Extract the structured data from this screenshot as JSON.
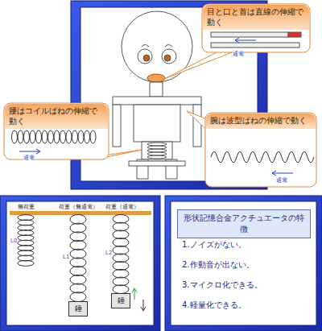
{
  "diagram": {
    "nodes": [
      {
        "text": [
          "目と口と首は直線の伸縮で動く"
        ]
      },
      {
        "text": [
          "腰はコイルばねの伸縮で動く"
        ]
      },
      {
        "text": [
          "腕は波型ばねの伸縮で動く"
        ]
      },
      {
        "text": [
          "形状記憶合金アクチュエータの特徴"
        ]
      },
      {
        "text": [
          "錘"
        ]
      },
      {
        "text": [
          "錘"
        ]
      }
    ],
    "labels": [
      "通電",
      "通電",
      "通電",
      "無荷重",
      "荷重（無通電）",
      "荷重（通電）",
      "L0",
      "L1",
      "L2",
      "1.ノイズがない。",
      "2.作動音が出ない。",
      "3.マイクロ化できる。",
      "4.軽量化できる。"
    ]
  }
}
